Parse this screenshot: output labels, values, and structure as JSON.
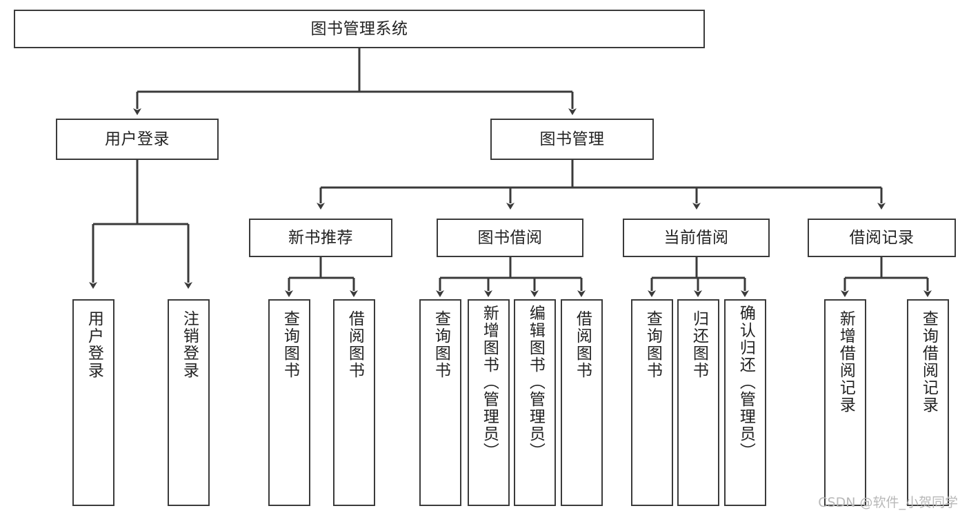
{
  "diagram": {
    "type": "tree-hierarchy-chart",
    "title": "图书管理系统",
    "watermark": "CSDN @软件_小贺同学",
    "colors": {
      "border": "#3a3a3a",
      "background": "#ffffff",
      "text": "#222222",
      "watermark": "#b8b8b8"
    },
    "nodes": {
      "root": {
        "label": "图书管理系统",
        "level": 0
      },
      "level1": [
        {
          "id": "user-login",
          "label": "用户登录"
        },
        {
          "id": "book-manage",
          "label": "图书管理"
        }
      ],
      "level2": [
        {
          "id": "new-book-rec",
          "label": "新书推荐",
          "parent": "book-manage"
        },
        {
          "id": "book-borrow",
          "label": "图书借阅",
          "parent": "book-manage"
        },
        {
          "id": "current-borrow",
          "label": "当前借阅",
          "parent": "book-manage"
        },
        {
          "id": "borrow-record",
          "label": "借阅记录",
          "parent": "book-manage"
        }
      ],
      "leaves": [
        {
          "id": "leaf-user-login",
          "label": "用户登录",
          "parent": "user-login"
        },
        {
          "id": "leaf-user-logout",
          "label": "注销登录",
          "parent": "user-login"
        },
        {
          "id": "leaf-query-book-1",
          "label": "查询图书",
          "parent": "new-book-rec"
        },
        {
          "id": "leaf-borrow-book-1",
          "label": "借阅图书",
          "parent": "new-book-rec"
        },
        {
          "id": "leaf-query-book-2",
          "label": "查询图书",
          "parent": "book-borrow"
        },
        {
          "id": "leaf-add-book",
          "label": "新增图书（管理员）",
          "parent": "book-borrow"
        },
        {
          "id": "leaf-edit-book",
          "label": "编辑图书（管理员）",
          "parent": "book-borrow"
        },
        {
          "id": "leaf-borrow-book-2",
          "label": "借阅图书",
          "parent": "book-borrow"
        },
        {
          "id": "leaf-query-book-3",
          "label": "查询图书",
          "parent": "current-borrow"
        },
        {
          "id": "leaf-return-book",
          "label": "归还图书",
          "parent": "current-borrow"
        },
        {
          "id": "leaf-confirm-return",
          "label": "确认归还（管理员）",
          "parent": "current-borrow"
        },
        {
          "id": "leaf-add-record",
          "label": "新增借阅记录",
          "parent": "borrow-record"
        },
        {
          "id": "leaf-query-record",
          "label": "查询借阅记录",
          "parent": "borrow-record"
        }
      ]
    }
  }
}
